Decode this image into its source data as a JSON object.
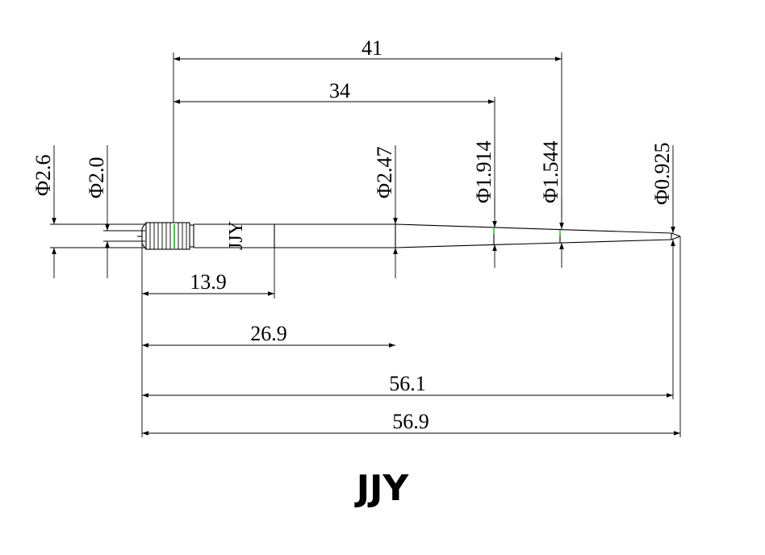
{
  "drawing": {
    "part_marking": "JJY",
    "caption": "JJY",
    "highlight_color": "#00c000",
    "line_color": "#000000"
  },
  "dimensions": {
    "length_41": "41",
    "length_34": "34",
    "length_13_9": "13.9",
    "length_26_9": "26.9",
    "length_56_1": "56.1",
    "length_56_9": "56.9",
    "dia_2_6": "Φ2.6",
    "dia_2_0": "Φ2.0",
    "dia_2_47": "Φ2.47",
    "dia_1_914": "Φ1.914",
    "dia_1_544": "Φ1.544",
    "dia_0_925": "Φ0.925"
  }
}
